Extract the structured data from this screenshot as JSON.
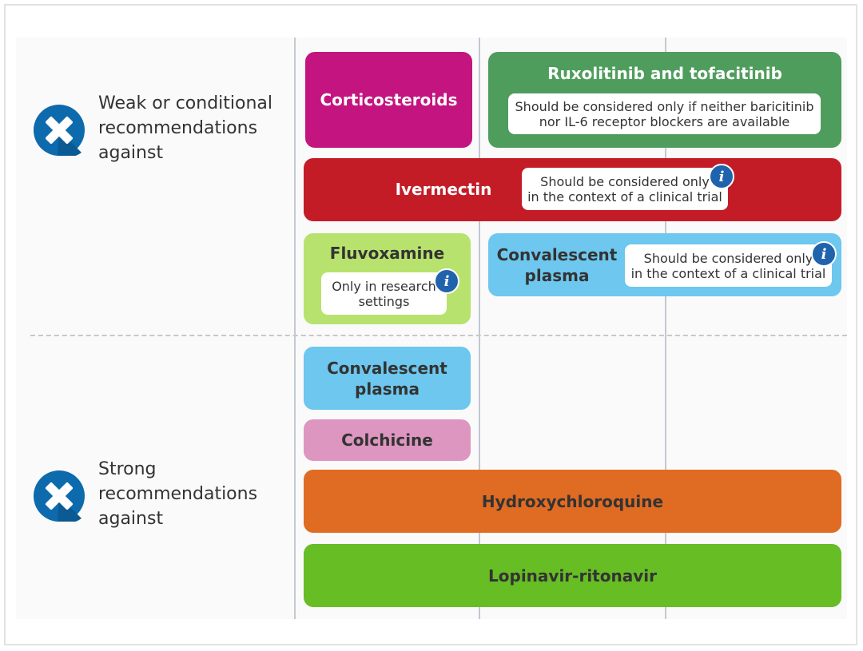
{
  "categories": {
    "weak": {
      "lines": [
        "Weak or conditional",
        "recommendations",
        "against"
      ],
      "icon": "x-circle-icon"
    },
    "strong": {
      "lines": [
        "Strong",
        "recommendations",
        "against"
      ],
      "icon": "x-circle-icon"
    }
  },
  "weak_items": {
    "corticosteroids": {
      "label": "Corticosteroids",
      "color": "#c4147f"
    },
    "ruxolitinib": {
      "label": "Ruxolitinib and tofacitinib",
      "note": [
        "Should be considered only if neither baricitinib",
        "nor IL-6 receptor blockers are available"
      ],
      "color": "#4f9d5d"
    },
    "ivermectin": {
      "label": "Ivermectin",
      "note": [
        "Should be considered only",
        "in the context of a clinical trial"
      ],
      "color": "#c41c27"
    },
    "fluvoxamine": {
      "label": "Fluvoxamine",
      "note": [
        "Only in research",
        "settings"
      ],
      "color": "#b8e26e"
    },
    "convalescent": {
      "label": [
        "Convalescent",
        "plasma"
      ],
      "note": [
        "Should be considered only",
        "in the context of a clinical trial"
      ],
      "color": "#6dc7ee"
    }
  },
  "strong_items": {
    "convalescent": {
      "label": [
        "Convalescent",
        "plasma"
      ],
      "color": "#6dc7ee"
    },
    "colchicine": {
      "label": "Colchicine",
      "color": "#dc96c0"
    },
    "hydroxychloroquine": {
      "label": "Hydroxychloroquine",
      "color": "#e06b22"
    },
    "lopinavir": {
      "label": "Lopinavir-ritonavir",
      "color": "#66bd24"
    }
  },
  "info_glyph": "i"
}
